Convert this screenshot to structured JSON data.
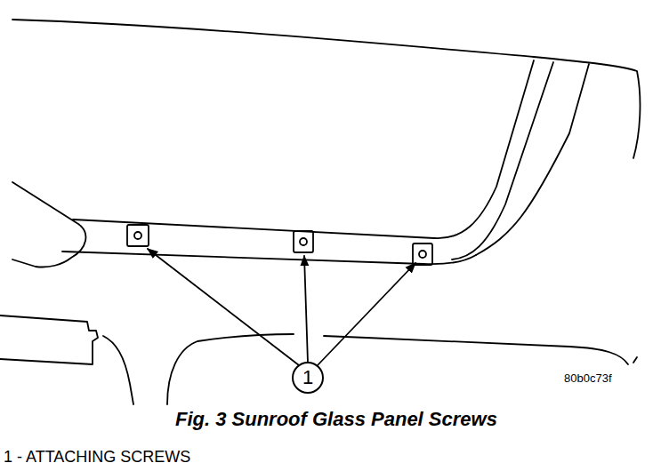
{
  "diagram": {
    "caption": "Fig. 3 Sunroof Glass Panel Screws",
    "nodes": [
      {
        "text": [
          "1"
        ]
      }
    ],
    "labels": [
      "80b0c73f",
      "1 - ATTACHING SCREWS"
    ]
  }
}
